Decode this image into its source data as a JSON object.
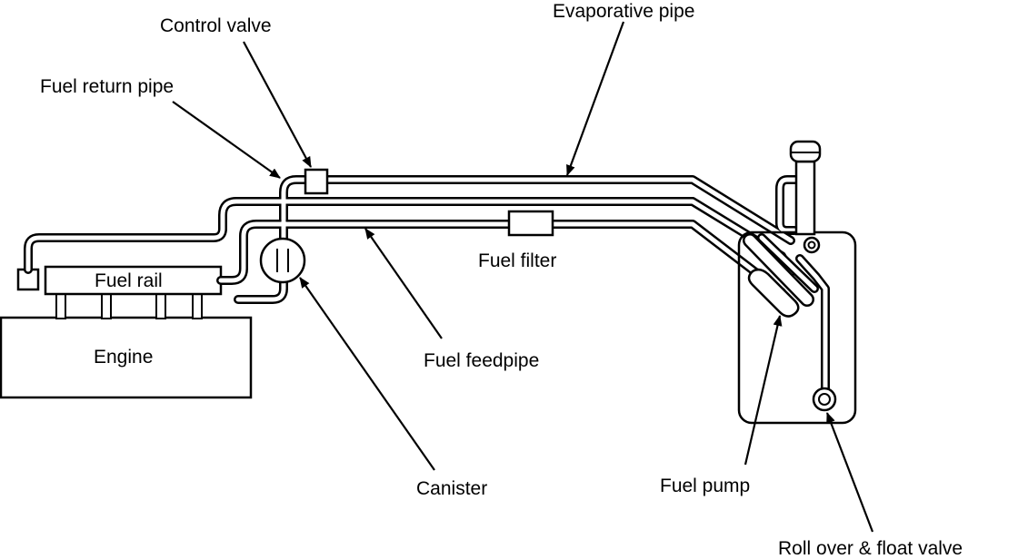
{
  "labels": {
    "control_valve": "Control valve",
    "evaporative_pipe": "Evaporative pipe",
    "fuel_return_pipe": "Fuel return pipe",
    "fuel_rail": "Fuel rail",
    "fuel_filter": "Fuel filter",
    "engine": "Engine",
    "fuel_feedpipe": "Fuel feedpipe",
    "canister": "Canister",
    "fuel_pump": "Fuel pump",
    "roll_over_float_valve": "Roll over & float valve"
  },
  "colors": {
    "stroke": "#000000",
    "background": "#ffffff"
  }
}
